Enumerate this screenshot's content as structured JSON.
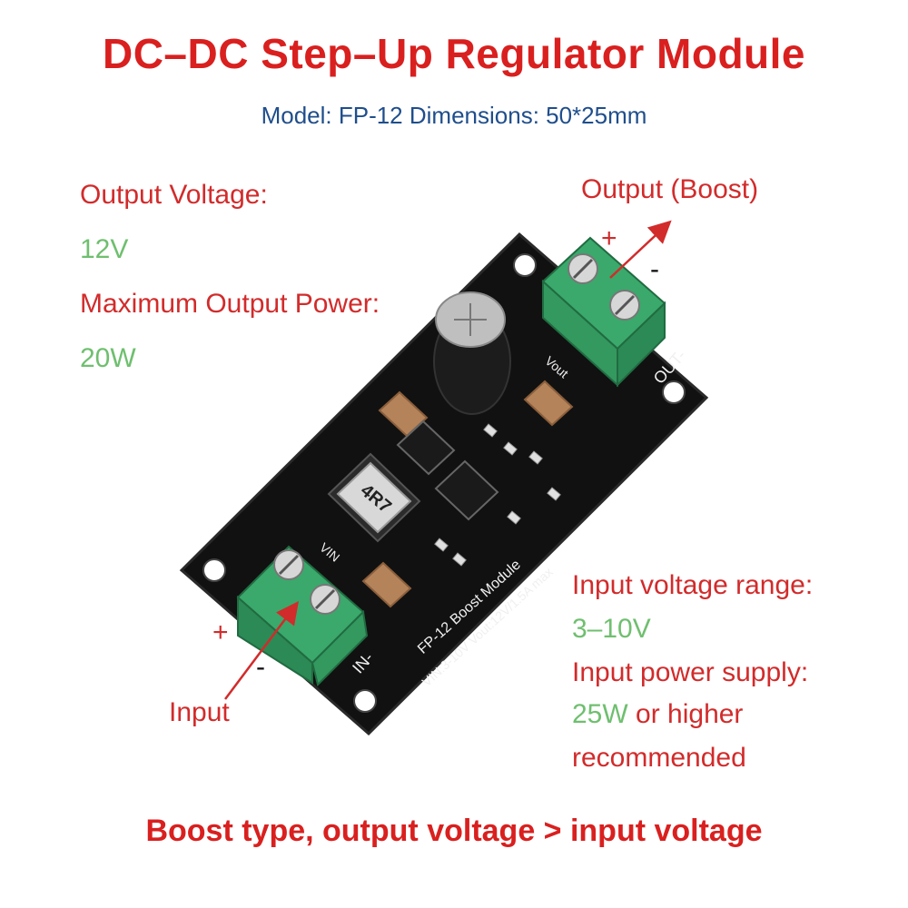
{
  "title": "DC–DC Step–Up Regulator Module",
  "subtitle": "Model: FP-12 Dimensions: 50*25mm",
  "output_voltage": {
    "label": "Output Voltage:",
    "value": "12V"
  },
  "max_output_power": {
    "label": "Maximum Output Power:",
    "value": "20W"
  },
  "output_terminal": {
    "label": "Output (Boost)",
    "plus": "+",
    "minus": "-"
  },
  "input_terminal": {
    "label": "Input",
    "plus": "+",
    "minus": "-"
  },
  "input_voltage_range": {
    "label": "Input voltage range:",
    "value": "3–10V"
  },
  "input_power_supply": {
    "label": "Input power supply:",
    "value": "25W",
    "suffix": " or higher",
    "line2": "recommended"
  },
  "footer": "Boost type, output voltage > input voltage",
  "board": {
    "silk_line1": "FP-12 Boost Module",
    "silk_line2": "VIN:3-10V  Vout:12V/1.5A max",
    "inductor": "4R7",
    "out_minus": "OUT-",
    "in_minus": "IN-",
    "vout": "Vout",
    "vin": "VIN"
  },
  "colors": {
    "title_red": "#d9201f",
    "accent_green": "#6fbf6f",
    "subtitle_blue": "#1f4e8c",
    "pcb": "#111111",
    "terminal": "#3aa96b"
  }
}
